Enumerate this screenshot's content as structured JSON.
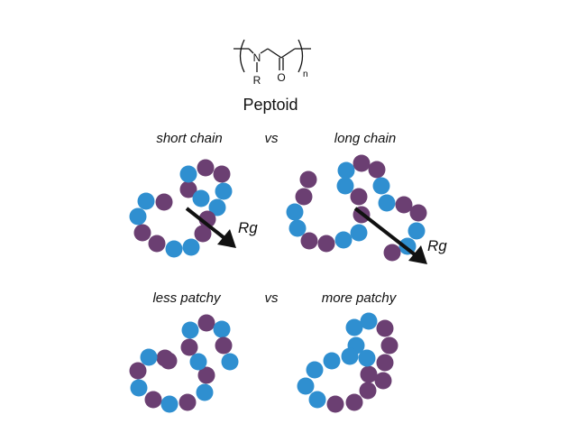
{
  "colors": {
    "blue": "#2f8fd0",
    "purple": "#6b3f72",
    "ink": "#111111"
  },
  "structure": {
    "atom_N": "N",
    "atom_R": "R",
    "atom_O": "O",
    "subscript": "n",
    "name": "Peptoid"
  },
  "comparisons": [
    {
      "left_label": "short chain",
      "vs": "vs",
      "right_label": "long chain"
    },
    {
      "left_label": "less patchy",
      "vs": "vs",
      "right_label": "more patchy"
    }
  ],
  "arrow_labels": {
    "short": "Rg",
    "long": "Rg"
  },
  "chains": {
    "short_chain": {
      "monomer_count": 16,
      "sequence": [
        "P",
        "P",
        "B",
        "B",
        "P",
        "P",
        "B",
        "B",
        "P",
        "P",
        "B",
        "B",
        "P",
        "P",
        "B",
        "B"
      ]
    },
    "long_chain": {
      "monomer_count": 21,
      "sequence": [
        "P",
        "P",
        "B",
        "B",
        "P",
        "P",
        "B",
        "B",
        "P",
        "P",
        "B",
        "B",
        "P",
        "P",
        "B",
        "B",
        "P",
        "P",
        "B",
        "B",
        "P"
      ]
    },
    "less_patchy": {
      "monomer_count": 17,
      "sequence": [
        "P",
        "B",
        "P",
        "B",
        "P",
        "B",
        "P",
        "B",
        "P",
        "B",
        "P",
        "B",
        "P",
        "B",
        "P",
        "B",
        "P"
      ]
    },
    "more_patchy": {
      "monomer_count": 17,
      "sequence": [
        "B",
        "B",
        "B",
        "B",
        "P",
        "P",
        "P",
        "P",
        "B",
        "B",
        "B",
        "B",
        "P",
        "P",
        "P",
        "P",
        "B"
      ]
    }
  }
}
